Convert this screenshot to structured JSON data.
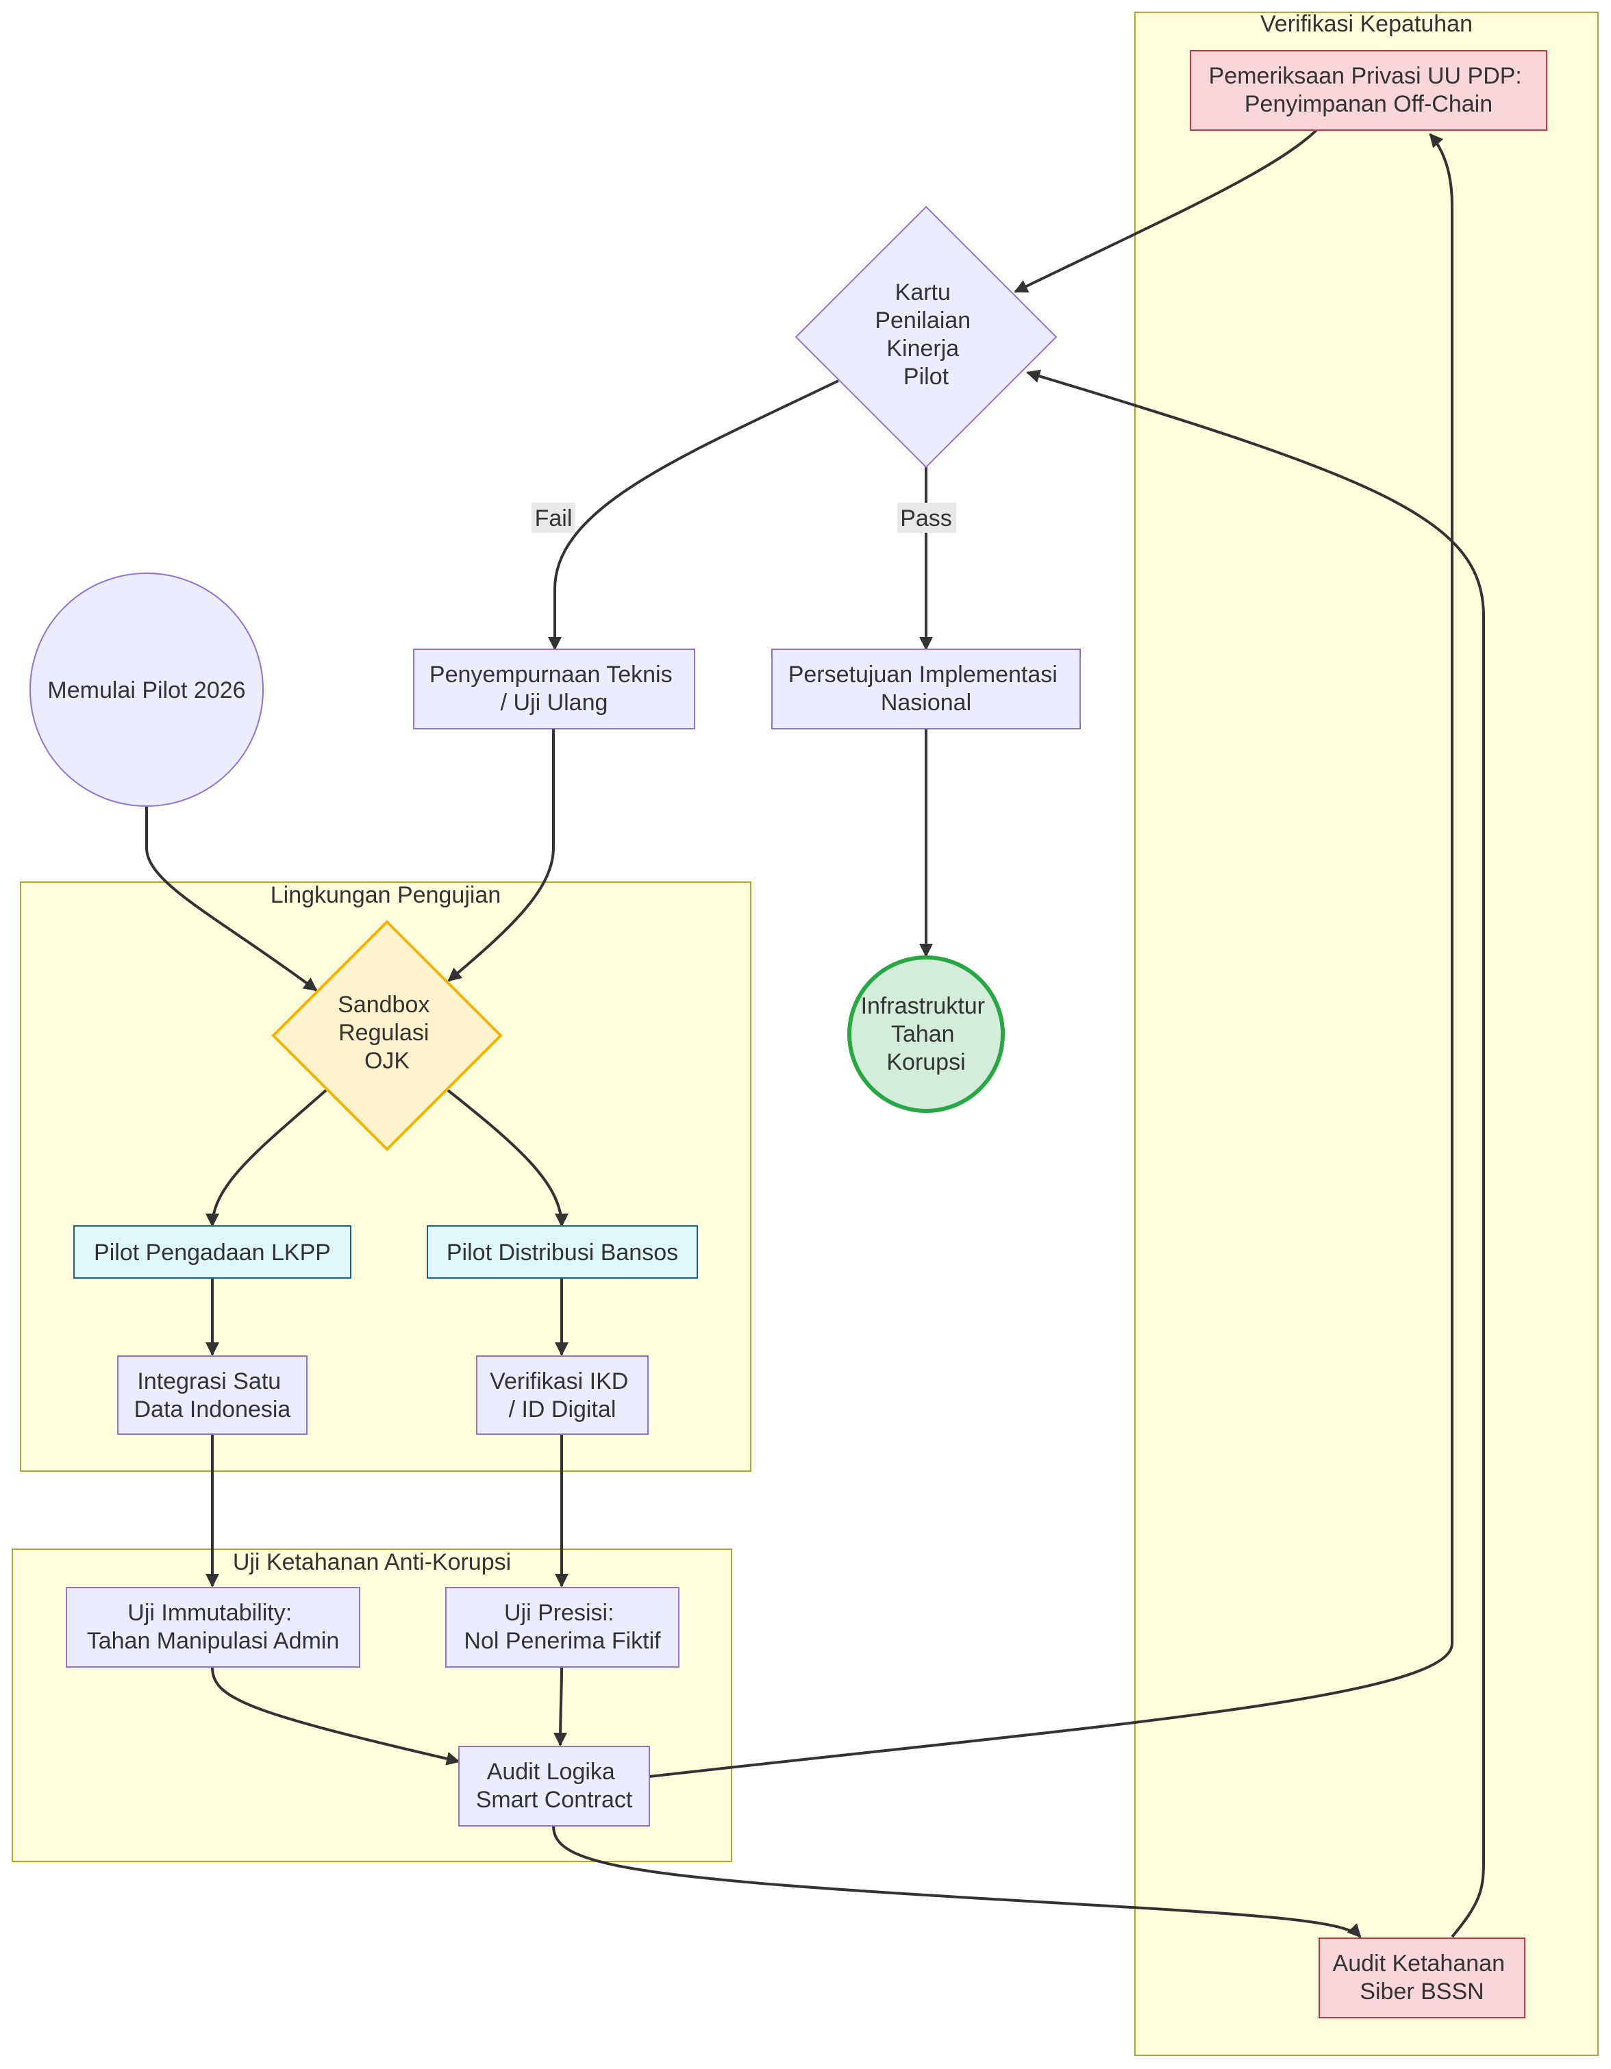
{
  "groups": {
    "verifikasi": "Verifikasi Kepatuhan",
    "lingkungan": "Lingkungan Pengujian",
    "uji": "Uji Ketahanan Anti-Korupsi"
  },
  "nodes": {
    "start": [
      "Memulai Pilot 2026"
    ],
    "sandbox": [
      "Sandbox",
      "Regulasi",
      "OJK"
    ],
    "lkpp": [
      "Pilot Pengadaan LKPP"
    ],
    "bansos": [
      "Pilot Distribusi Bansos"
    ],
    "satudata": [
      "Integrasi Satu",
      "Data Indonesia"
    ],
    "ikd": [
      "Verifikasi IKD",
      "/ ID Digital"
    ],
    "immut": [
      "Uji Immutability:",
      "Tahan Manipulasi Admin"
    ],
    "presisi": [
      "Uji Presisi:",
      "Nol Penerima Fiktif"
    ],
    "audit": [
      "Audit Logika",
      "Smart Contract"
    ],
    "bssn": [
      "Audit Ketahanan",
      "Siber BSSN"
    ],
    "pdp": [
      "Pemeriksaan Privasi UU PDP:",
      "Penyimpanan Off-Chain"
    ],
    "kartu": [
      "Kartu",
      "Penilaian",
      "Kinerja",
      "Pilot"
    ],
    "penyempurnaan": [
      "Penyempurnaan Teknis",
      "/ Uji Ulang"
    ],
    "persetujuan": [
      "Persetujuan Implementasi",
      "Nasional"
    ],
    "infra": [
      "Infrastruktur",
      "Tahan",
      "Korupsi"
    ]
  },
  "edge_labels": {
    "fail": "Fail",
    "pass": "Pass"
  },
  "colors": {
    "default_fill": "#ececff",
    "default_stroke": "#9370db",
    "group_fill": "#ffffde",
    "group_stroke": "#aaaa33",
    "sandbox_fill": "#fff2cc",
    "sandbox_stroke": "#f2b400",
    "pilot_fill": "#e0f7fa",
    "pilot_stroke": "#1f5f9f",
    "audit_fill": "#f8d7da",
    "audit_stroke": "#cc3340",
    "end_fill": "#d4edda",
    "end_stroke": "#28a745",
    "edge": "#333333",
    "label_bg": "#e8e8e8"
  }
}
